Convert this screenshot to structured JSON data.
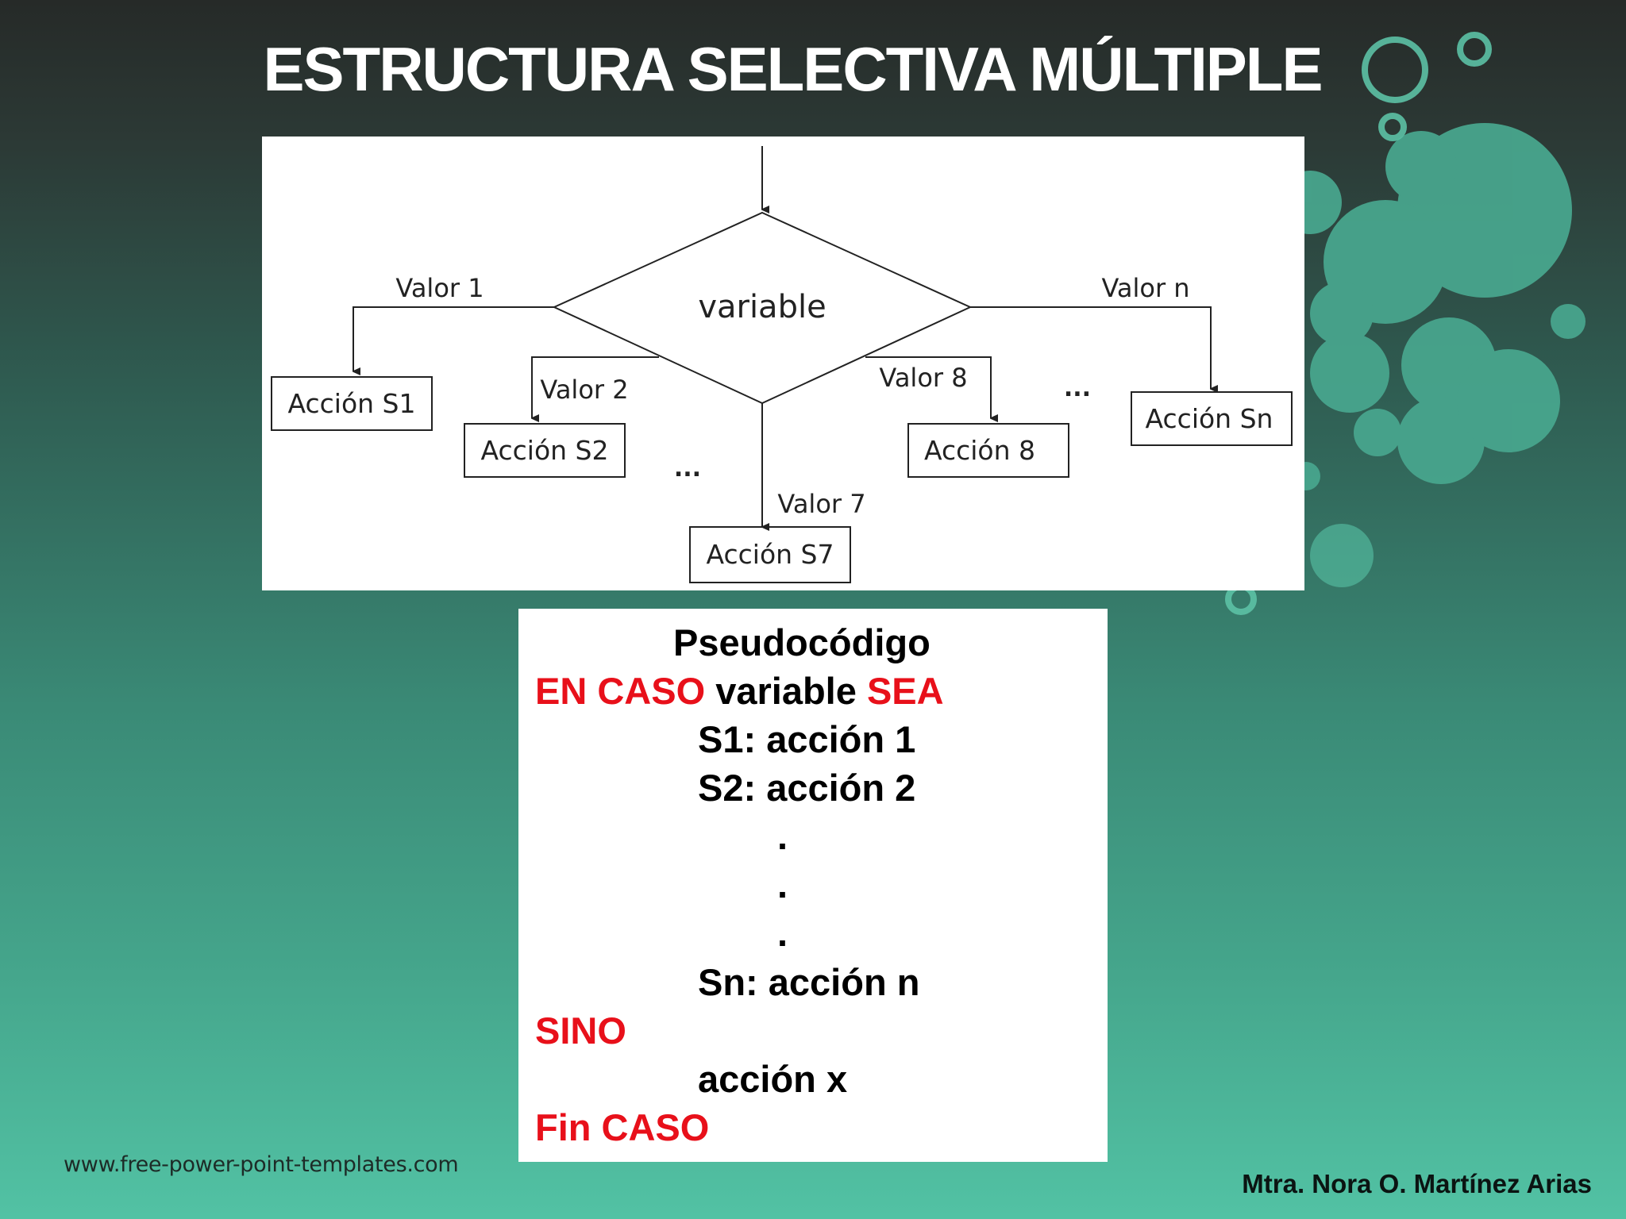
{
  "slide": {
    "title": "ESTRUCTURA SELECTIVA MÚLTIPLE",
    "footer_url": "www.free-power-point-templates.com",
    "author": "Mtra. Nora O. Martínez Arias"
  },
  "flowchart": {
    "decision_label": "variable",
    "branches": [
      {
        "value_label": "Valor 1",
        "action_label": "Acción S1"
      },
      {
        "value_label": "Valor 2",
        "action_label": "Acción S2"
      },
      {
        "value_label": "Valor 7",
        "action_label": "Acción S7"
      },
      {
        "value_label": "Valor 8",
        "action_label": "Acción 8"
      },
      {
        "value_label": "Valor n",
        "action_label": "Acción Sn"
      }
    ],
    "ellipsis_left": "...",
    "ellipsis_right": "..."
  },
  "pseudocode": {
    "heading": "Pseudocódigo",
    "kw_en_caso": "EN CASO",
    "case_variable": " variable ",
    "kw_sea": "SEA",
    "line_s1": "S1: acción 1",
    "line_s2": "S2: acción 2",
    "dot1": ".",
    "dot2": ".",
    "dot3": ".",
    "line_sn": "Sn: acción n",
    "kw_sino": "SINO",
    "line_default": "acción x",
    "kw_fin_caso": "Fin CASO"
  },
  "colors": {
    "keyword": "#e8101a",
    "bubble": "#48a58d",
    "bubble_light": "#58b99e"
  }
}
